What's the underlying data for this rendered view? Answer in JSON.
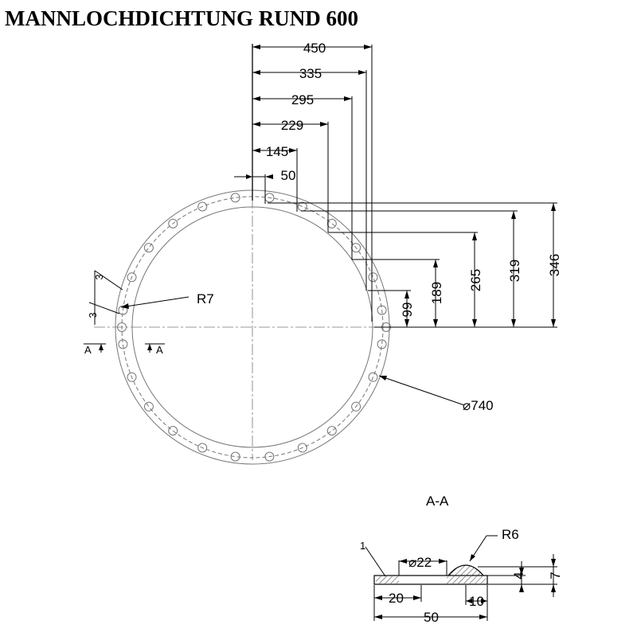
{
  "title": "MANNLOCHDICHTUNG RUND 600",
  "top_view": {
    "horizontal_dims": [
      "450",
      "335",
      "295",
      "229",
      "145",
      "50"
    ],
    "vertical_dims": [
      "346",
      "319",
      "265",
      "189",
      "99"
    ],
    "radius_label": "R7",
    "diameter_label": "⌀740",
    "section_left": "A",
    "section_right": "A",
    "small_dims": [
      "3",
      "3"
    ]
  },
  "section_view": {
    "title": "A-A",
    "radius_label": "R6",
    "hole_label": "⌀22",
    "dim_20": "20",
    "dim_10": "10",
    "dim_50": "50",
    "dim_7": "7",
    "dim_4": "4",
    "item_number": "1"
  }
}
